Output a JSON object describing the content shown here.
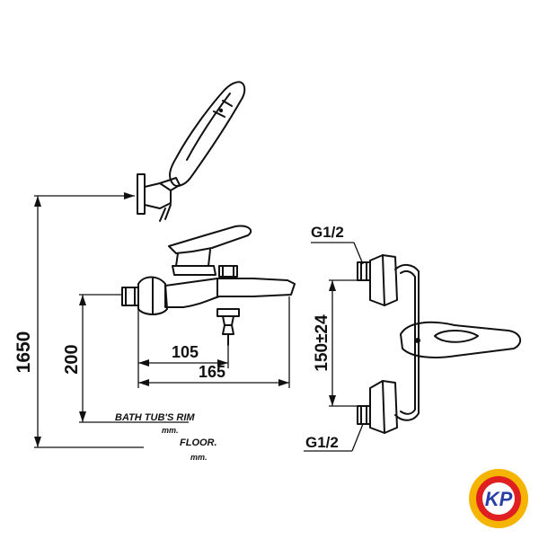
{
  "dimensions": {
    "total_height": "1650",
    "spout_height": "200",
    "depth_inner": "105",
    "depth_outer": "165",
    "centers": "150±24"
  },
  "labels": {
    "thread_top": "G1/2",
    "thread_bottom": "G1/2",
    "bath_rim": "BATH TUB'S RIM",
    "bath_rim_unit": "mm.",
    "floor": "FLOOR.",
    "floor_unit": "mm."
  },
  "logo": {
    "text": "KP",
    "colors": {
      "ring": "#f5b400",
      "inner": "#e02020",
      "letters": "#2a3ea8"
    }
  }
}
